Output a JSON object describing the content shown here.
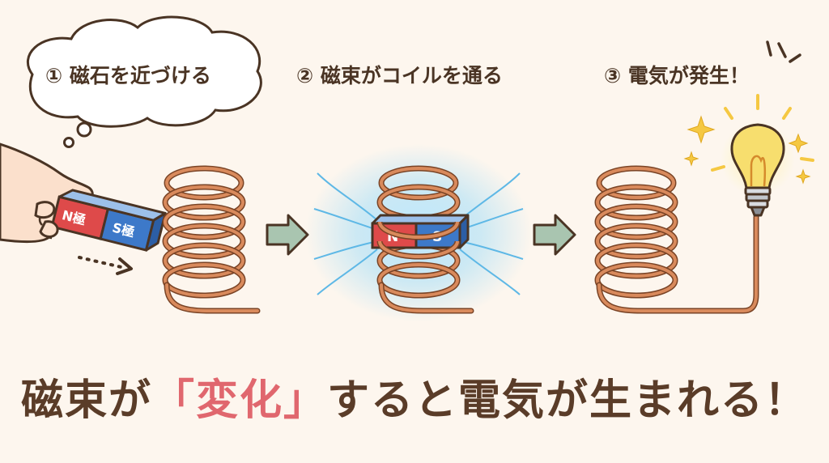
{
  "steps": [
    {
      "number": "①",
      "label": "磁石を近づける"
    },
    {
      "number": "②",
      "label": "磁束がコイルを通る"
    },
    {
      "number": "③",
      "label": "電気が発生！"
    }
  ],
  "magnet_hand": {
    "north_label": "N極",
    "south_label": "S極"
  },
  "magnet_inside": {
    "north_label": "N",
    "south_label": "S"
  },
  "caption": {
    "before": "磁束が",
    "open_bracket": "「",
    "highlight": "変化",
    "close_bracket": "」",
    "after": "すると電気が生まれる！"
  },
  "colors": {
    "background": "#fdf6ee",
    "text": "#4a3424",
    "highlight": "#e0676e",
    "copper": "#c97b4e",
    "magnet_north": "#de4a4a",
    "magnet_south": "#3d79c9",
    "field": "#7ccbf0",
    "arrow": "#8fae98",
    "bulb": "#f7de6e"
  }
}
